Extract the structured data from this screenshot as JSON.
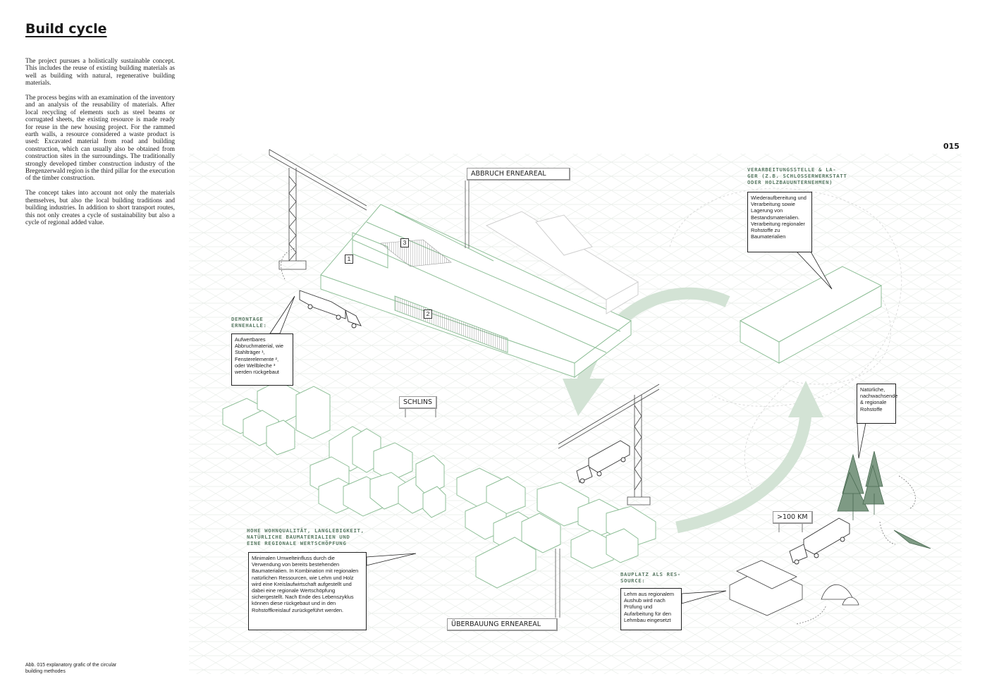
{
  "page": {
    "title": "Build cycle",
    "page_number": "015",
    "paragraphs": [
      "The project pursues a holistically sustainable concept. This includes the reuse of existing building materials as well as building with natural, regenerative building materials.",
      "The process begins with an examination of the inventory and an analysis of the reusability of materials. After local recycling of elements such as steel beams or corrugated sheets, the existing resource is made ready for reuse in the new housing project. For the rammed earth walls, a resource considered a waste product is used: Excavated material from road and building construction, which can usually also be obtained from construction sites in the surroundings. The traditionally strongly developed timber construction industry of the Bregenzerwald region is the third pillar for the execution of the timber construction.",
      "The concept takes into account not only the materials themselves, but also the local building traditions and building industries. In addition to short transport routes, this not only creates a cycle of sustainability but also a cycle of regional added value."
    ],
    "caption": "Abb. 015 explanatory grafic of the circular building methodes"
  },
  "diagram": {
    "signs": {
      "abbruch": "ABBRUCH ERNEAREAL",
      "schlins": "SCHLINS",
      "ueberbauung": "ÜBERBAUUNG ERNEAREAL",
      "distance": ">100 KM"
    },
    "markers": [
      "1",
      "2",
      "3"
    ],
    "headings": {
      "demontage": "DEMONTAGE\nERNEHALLE:",
      "verarbeitung": "VERARBEITUNGSSTELLE & LA-\nGER (Z.B. SCHLOSSERWERKSTATT\nODER HOLZBAUUNTERNEHMEN)",
      "wohnqualitaet": "HOHE WOHNQUALITÄT, LANGLEBIGKEIT,\nNATÜRLICHE BAUMATERIALIEN UND\nEINE REGIONALE WERTSCHÖPFUNG",
      "bauplatz": "BAUPLATZ ALS RES-\nSOURCE:"
    },
    "boxes": {
      "verarbeitung": "Wiederaufbereitung und Verarbeitung sowie Lagerung von Bestandsmaterialien. Verarbeitung regionaler Rohstoffe zu Baumaterialien",
      "demontage": "Aufwertbares Abbruchmaterial, wie Stahlträger ¹, Fensterelemente ², oder Wellbleche ³ werden rückgebaut",
      "rohstoffe": "Natürliche, nachwachsende & regionale Rohstoffe",
      "wohnqualitaet": "Minimalen Umwelteinfluss durch die Verwendung von bereits bestehenden Baumaterialien. In Kombination mit regionalen natürlichen Ressourcen, wie Lehm und Holz wird eine Kreislaufwirtschaft aufgestellt und dabei eine regionale Wertschöpfung sichergestellt. Nach Ende des Lebenszyklus können diese rückgebaut und in den Rohstoffkreislauf zurückgeführt werden.",
      "bauplatz": "Lehm aus regionalem Aushub wird nach Prüfung und Aufarbeitung für den Lehmbau eingesetzt"
    },
    "colors": {
      "green_line": "#8fbf98",
      "cycle_arrow": "#d3e3d5",
      "grid": "#e9eee9",
      "heading": "#5a7a64",
      "ink": "#333333"
    }
  }
}
